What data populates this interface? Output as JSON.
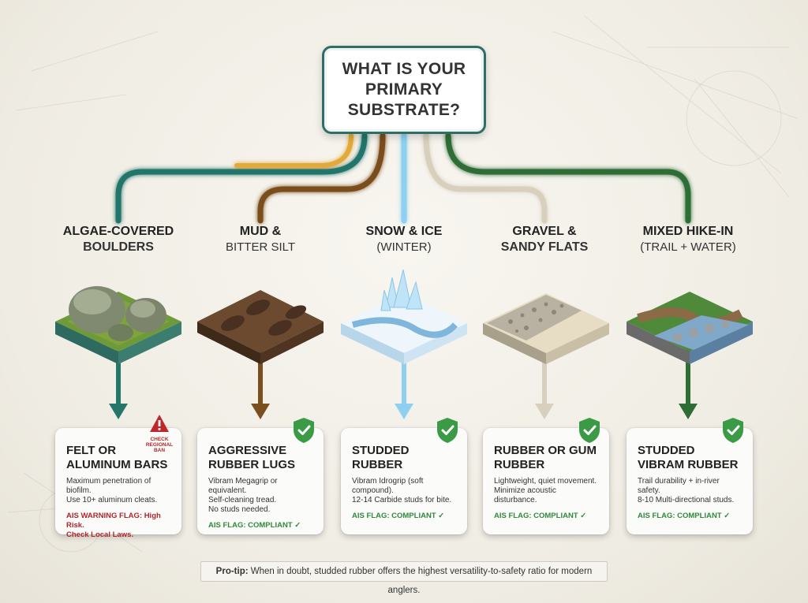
{
  "root": {
    "title": "WHAT IS YOUR PRIMARY SUBSTRATE?"
  },
  "colors": {
    "algae": "#24756a",
    "mud": "#7a4e1e",
    "snow": "#8fd0f0",
    "gravel": "#d8d0bd",
    "hike": "#2f6d36",
    "compliant": "#2f8a3a",
    "warning": "#c0272d"
  },
  "branches": [
    {
      "label_line1": "ALGAE-COVERED",
      "label_line2": "BOULDERS",
      "tile_icon": "mossy-boulders-icon",
      "card_title": "FELT OR ALUMINUM BARS",
      "card_desc": "Maximum penetration of biofilm.\nUse 10+ aluminum cleats.",
      "card_flag": "AIS WARNING FLAG: High Risk.\nCheck Local Laws.",
      "badge_icon": "warning-triangle-icon",
      "badge_label": "CHECK REGIONAL BAN"
    },
    {
      "label_line1": "MUD &",
      "label_line2": "BITTER SILT",
      "tile_icon": "muddy-footprints-icon",
      "card_title": "AGGRESSIVE RUBBER LUGS",
      "card_desc": "Vibram Megagrip or equivalent.\nSelf-cleaning tread.\nNo studs needed.",
      "card_flag": "AIS FLAG: COMPLIANT ✓",
      "badge_icon": "check-shield-icon"
    },
    {
      "label_line1": "SNOW & ICE",
      "label_line2": "(WINTER)",
      "tile_icon": "ice-crystals-icon",
      "card_title": "STUDDED RUBBER",
      "card_desc": "Vibram Idrogrip (soft compound).\n12-14 Carbide studs for bite.",
      "card_flag": "AIS FLAG: COMPLIANT ✓",
      "badge_icon": "check-shield-icon"
    },
    {
      "label_line1": "GRAVEL &",
      "label_line2": "SANDY FLATS",
      "tile_icon": "gravel-sand-icon",
      "card_title": "RUBBER OR GUM RUBBER",
      "card_desc": "Lightweight, quiet movement.\nMinimize acoustic disturbance.",
      "card_flag": "AIS FLAG: COMPLIANT ✓",
      "badge_icon": "check-shield-icon"
    },
    {
      "label_line1": "MIXED HIKE-IN",
      "label_line2": "(TRAIL + WATER)",
      "tile_icon": "trail-river-icon",
      "card_title": "STUDDED VIBRAM RUBBER",
      "card_desc": "Trail durability + in-river safety.\n8-10 Multi-directional studs.",
      "card_flag": "AIS FLAG: COMPLIANT ✓",
      "badge_icon": "check-shield-icon"
    }
  ],
  "protip": {
    "label": "Pro-tip:",
    "text": " When in doubt, studded rubber offers the highest versatility-to-safety ratio for modern anglers."
  }
}
